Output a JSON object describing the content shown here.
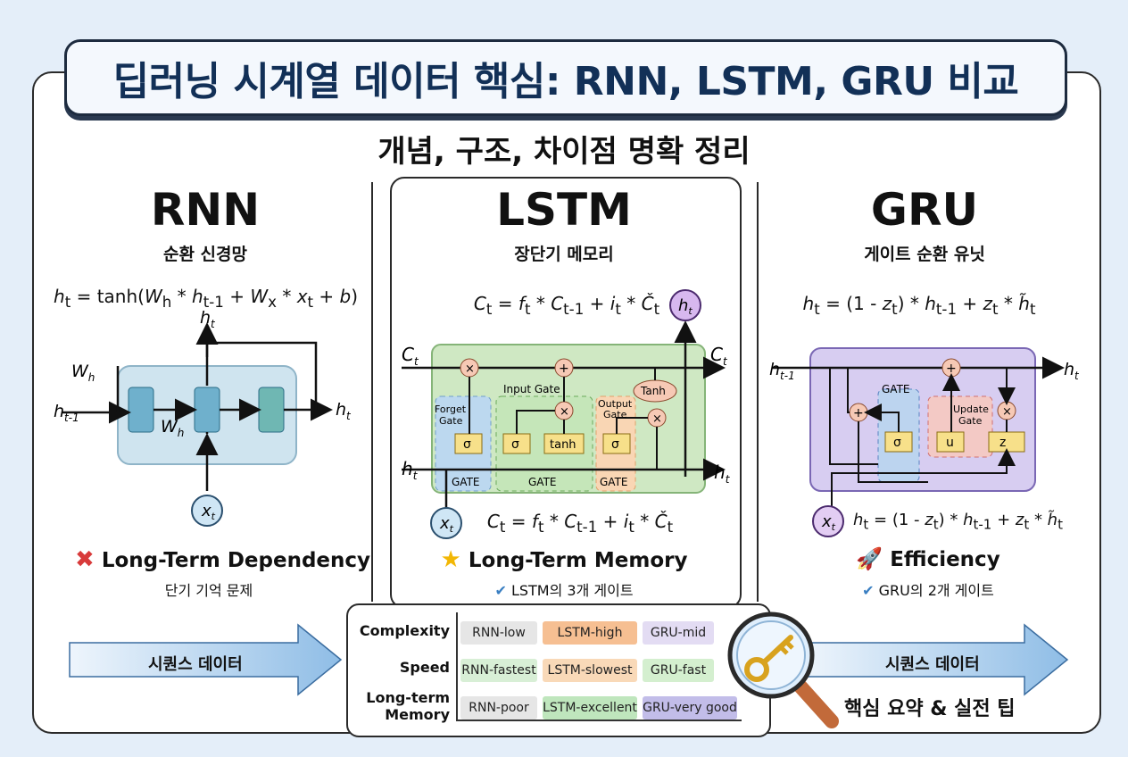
{
  "header": {
    "title": "딥러닝 시계열 데이터 핵심: RNN, LSTM, GRU 비교",
    "subtitle": "개념, 구조, 차이점 명확 정리"
  },
  "rnn": {
    "name": "RNN",
    "subtitle": "순환 신경망",
    "formula": {
      "lhs": "h",
      "lhs_sub": "t",
      "rhs": "= tanh(W_h * h_t-1 + W_x * x_t + b)"
    },
    "diagram": {
      "w_h_top": "W",
      "w_h_mid": "W",
      "h_prev": "h",
      "h_out_top": "h",
      "h_out_right": "h",
      "x_in": "x"
    },
    "feature": "Long-Term Dependency",
    "feature_icon": "cross-icon",
    "feature_note": "단기 기억 문제"
  },
  "lstm": {
    "name": "LSTM",
    "subtitle": "장단기 메모리",
    "formula": "C_t = f_t * C_t-1 + i_t * Č_t",
    "formula_bottom": "C_t = f_t * C_t-1 + i_t * Č_t",
    "diagram": {
      "c_in": "C",
      "c_out": "C",
      "h_in": "h",
      "h_out": "h",
      "h_node": "h",
      "x_in": "x",
      "forget_gate": "Forget Gate",
      "input_gate": "Input Gate",
      "output_gate": "Output Gate",
      "sigma": "σ",
      "tanh": "tanh",
      "tanh_node": "Tanh",
      "gate_label": "GATE",
      "times": "×",
      "plus": "+"
    },
    "feature": "Long-Term Memory",
    "feature_icon": "star-icon",
    "feature_note": "LSTM의 3개 게이트",
    "note_icon": "check-icon"
  },
  "gru": {
    "name": "GRU",
    "subtitle": "게이트 순환 유닛",
    "formula": "h_t = (1 - z_t) * h_t-1 + z_t * h̃_t",
    "formula_bottom": "h_t = (1 - z_t) * h_t-1 + z_t * h̃_t",
    "diagram": {
      "h_in": "h",
      "h_out": "h",
      "x_in": "x",
      "gate": "GATE",
      "update_gate": "Update Gate",
      "sigma": "σ",
      "u": "u",
      "z": "z",
      "times": "×",
      "plus": "+"
    },
    "feature": "Efficiency",
    "feature_icon": "rocket-icon",
    "feature_note": "GRU의 2개 게이트",
    "note_icon": "check-icon"
  },
  "comparison": {
    "rows": [
      {
        "label": "Complexity",
        "rnn": "RNN-low",
        "lstm": "LSTM-high",
        "gru": "GRU-mid"
      },
      {
        "label": "Speed",
        "rnn": "RNN-fastest",
        "lstm": "LSTM-slowest",
        "gru": "GRU-fast"
      },
      {
        "label": "Long-term Memory",
        "rnn": "RNN-poor",
        "lstm": "LSTM-excellent",
        "gru": "GRU-very good"
      }
    ],
    "colors": {
      "rnn": [
        "#e6e6e6",
        "#d8efd6",
        "#e6e6e6"
      ],
      "lstm": [
        "#f6bf92",
        "#f9d9b8",
        "#bfe6bd"
      ],
      "gru": [
        "#e3dcf3",
        "#d4efcf",
        "#c2bde9"
      ]
    }
  },
  "footer": {
    "left_arrow": "시퀀스 데이터",
    "right_arrow": "시퀀스 데이터",
    "tip": "핵심 요약 & 실전 팁",
    "magnifier_icon": "magnifier-key-icon"
  },
  "colors": {
    "title_text": "#123057",
    "rnn_cell": "#b9dbe9",
    "lstm_cell": "#cfe8c3",
    "gru_cell": "#d7cdf1",
    "gate_box": "#f7e08a",
    "op_node": "#f6c9b5",
    "x_node_rnn": "#cfe6f5",
    "x_node_gru": "#e3cdf3"
  }
}
